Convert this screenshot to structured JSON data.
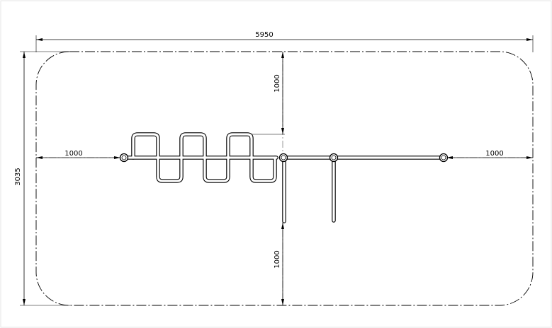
{
  "dimensions": {
    "overall_length": "5950",
    "overall_width": "3035",
    "clearance_top": "1000",
    "clearance_bottom": "1000",
    "clearance_left": "1000",
    "clearance_right": "1000"
  }
}
